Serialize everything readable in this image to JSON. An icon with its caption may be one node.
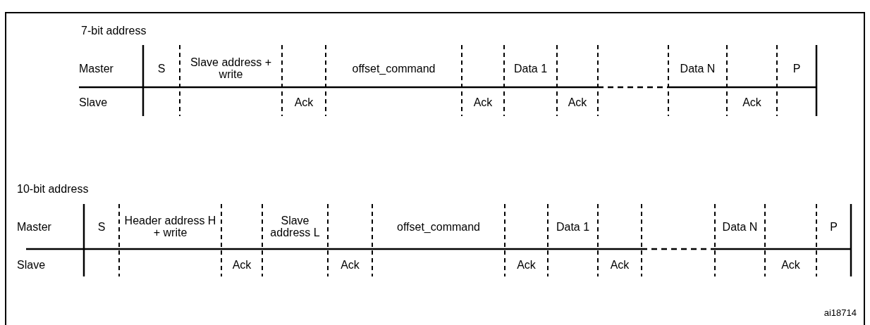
{
  "diagram": {
    "labels": [
      "7-bit address",
      "Master",
      "S",
      "Slave address + write",
      "offset_command",
      "Data 1",
      "Data N",
      "P",
      "Slave",
      "Ack",
      "Ack",
      "Ack",
      "Ack",
      "10-bit address",
      "Master",
      "S",
      "Header address H + write",
      "Slave address L",
      "offset_command",
      "Data 1",
      "Data N",
      "P",
      "Slave",
      "Ack",
      "Ack",
      "Ack",
      "Ack",
      "Ack",
      "ai18714"
    ]
  }
}
